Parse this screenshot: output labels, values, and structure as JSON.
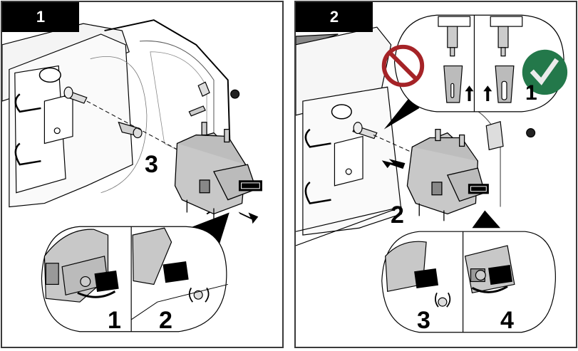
{
  "document": {
    "type": "instruction-illustration",
    "panels": [
      {
        "step_number": "1",
        "callout_labels": {
          "main": "3",
          "detail_left": "1",
          "detail_right": "2"
        },
        "elements": [
          "pump-housing",
          "pump-head",
          "coupling",
          "thumbscrew",
          "pull-arrow"
        ]
      },
      {
        "step_number": "2",
        "callout_labels": {
          "main": "2",
          "alignment": "1",
          "detail_left": "3",
          "detail_right": "4"
        },
        "elements": [
          "pump-housing",
          "pump-head",
          "push-arrow",
          "alignment-callout"
        ],
        "alignment_callout": {
          "incorrect_icon": "prohibited-icon",
          "correct_icon": "checkmark-icon"
        }
      }
    ]
  },
  "colors": {
    "prohibited_red": "#a52327",
    "check_green": "#23784a",
    "check_mark": "#ebebeb",
    "part_gray": "#c8c8c8",
    "line": "#000000",
    "tab_bg": "#000000"
  }
}
